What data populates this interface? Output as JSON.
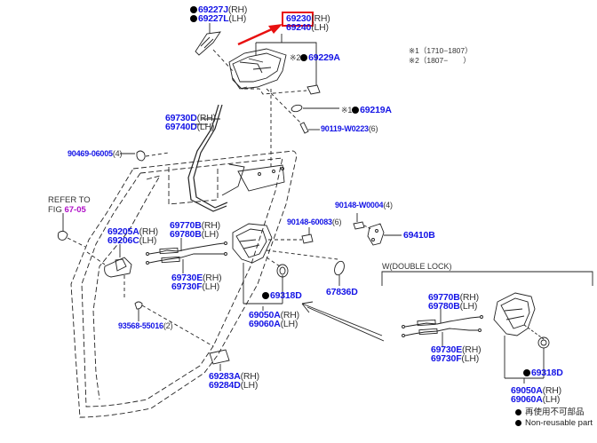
{
  "title": "Rear Door Lock & Handle Parts Diagram",
  "notes": {
    "n1": "※1（1710−1807）",
    "n2": "※2（1807−　　）"
  },
  "refer": {
    "text1": "REFER TO",
    "text2": "FIG ",
    "fig": "67-05"
  },
  "section": {
    "title": "W(DOUBLE LOCK)"
  },
  "legend": {
    "line1": "再使用不可部品",
    "line2": "Non-reusable part"
  },
  "colors": {
    "part_number": "#1414e6",
    "highlight": "#e81010",
    "figure_ref": "#b010c8"
  },
  "highlighted_part": "69230",
  "parts": {
    "p69227J": {
      "pn": "69227J",
      "sfx": "(RH)"
    },
    "p69227L": {
      "pn": "69227L",
      "sfx": "(LH)"
    },
    "p69230": {
      "pn": "69230",
      "sfx": "(RH)"
    },
    "p69240": {
      "pn": "69240",
      "sfx": "(LH)"
    },
    "p69229A": {
      "mark": "※2",
      "pn": "69229A"
    },
    "p69219A": {
      "mark": "※1",
      "pn": "69219A"
    },
    "p69730D": {
      "pn": "69730D",
      "sfx": "(RH)"
    },
    "p69740D": {
      "pn": "69740D",
      "sfx": "(LH)"
    },
    "p90119": {
      "pn": "90119-W0223",
      "sfx": "(6)"
    },
    "p90469": {
      "pn": "90469-06005",
      "sfx": "(4)"
    },
    "p90148W": {
      "pn": "90148-W0004",
      "sfx": "(4)"
    },
    "p90148": {
      "pn": "90148-60083",
      "sfx": "(6)"
    },
    "p69410B": {
      "pn": "69410B"
    },
    "p69205A": {
      "pn": "69205A",
      "sfx": "(RH)"
    },
    "p69206C": {
      "pn": "69206C",
      "sfx": "(LH)"
    },
    "p69770B": {
      "pn": "69770B",
      "sfx": "(RH)"
    },
    "p69780B": {
      "pn": "69780B",
      "sfx": "(LH)"
    },
    "p69730E": {
      "pn": "69730E",
      "sfx": "(RH)"
    },
    "p69730F": {
      "pn": "69730F",
      "sfx": "(LH)"
    },
    "p69318D": {
      "pn": "69318D"
    },
    "p67836D": {
      "pn": "67836D"
    },
    "p69050A": {
      "pn": "69050A",
      "sfx": "(RH)"
    },
    "p69060A": {
      "pn": "69060A",
      "sfx": "(LH)"
    },
    "p93568": {
      "pn": "93568-55016",
      "sfx": "(2)"
    },
    "p69283A": {
      "pn": "69283A",
      "sfx": "(RH)"
    },
    "p69284D": {
      "pn": "69284D",
      "sfx": "(LH)"
    },
    "w69770B": {
      "pn": "69770B",
      "sfx": "(RH)"
    },
    "w69780B": {
      "pn": "69780B",
      "sfx": "(LH)"
    },
    "w69730E": {
      "pn": "69730E",
      "sfx": "(RH)"
    },
    "w69730F": {
      "pn": "69730F",
      "sfx": "(LH)"
    },
    "w69318D": {
      "pn": "69318D"
    },
    "w69050A": {
      "pn": "69050A",
      "sfx": "(RH)"
    },
    "w69060A": {
      "pn": "69060A",
      "sfx": "(LH)"
    }
  }
}
